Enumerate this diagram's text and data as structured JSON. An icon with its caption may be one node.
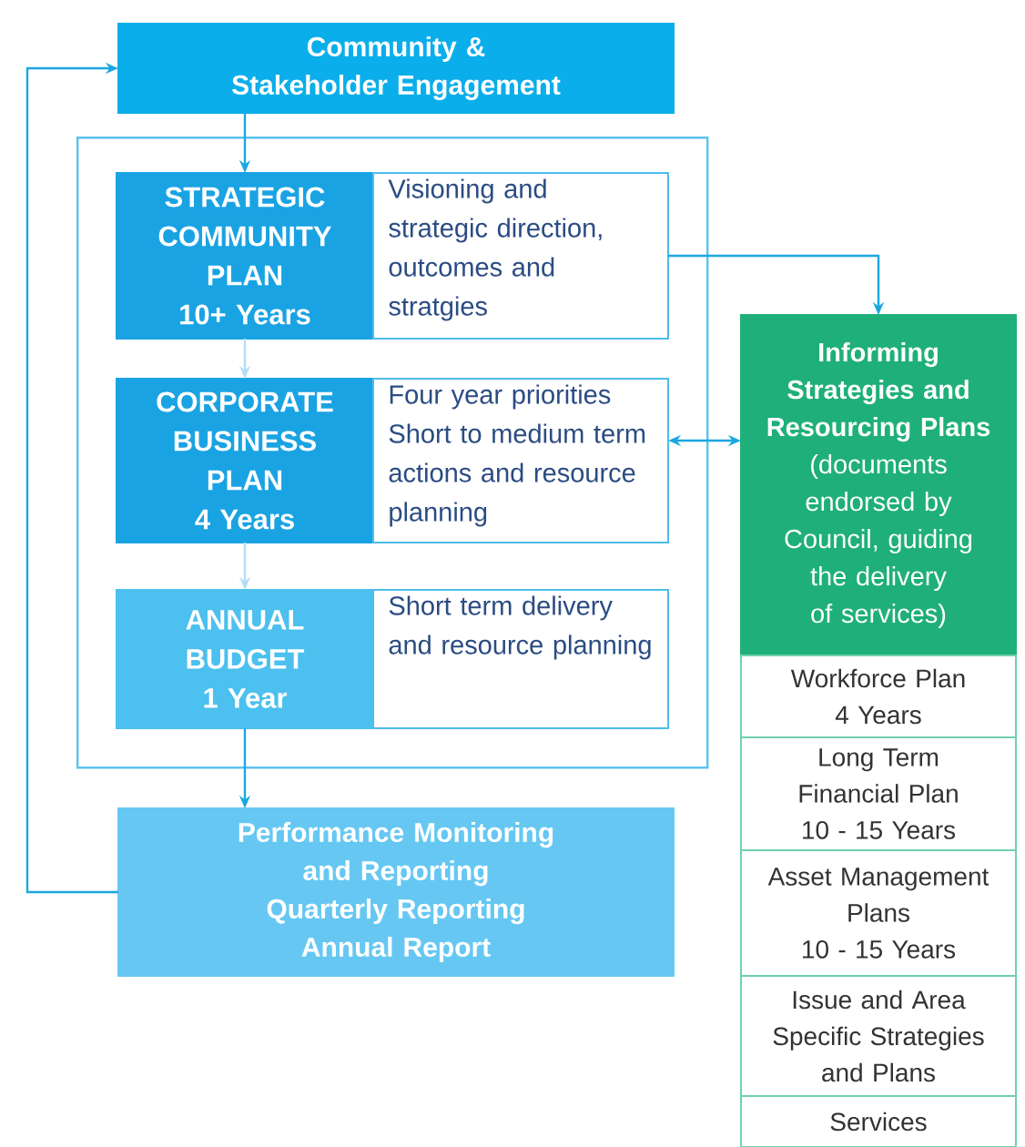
{
  "diagram": {
    "nodes": [
      {
        "text": [
          "Community & Stakeholder Engagement"
        ]
      },
      {
        "text": [],
        "shape": "box"
      },
      {
        "text": [
          "STRATEGIC COMMUNITY PLAN",
          "10+ Years"
        ],
        "in": 1
      },
      {
        "text": [
          "Visioning and strategic direction, outcomes and stratgies"
        ],
        "in": 1
      },
      {
        "text": [
          "CORPORATE BUSINESS PLAN",
          "4 Years"
        ],
        "in": 1
      },
      {
        "text": [
          "Four year priorities",
          "Short to medium term actions and resource planning"
        ],
        "in": 1
      },
      {
        "text": [
          "ANNUAL BUDGET",
          "1 Year"
        ],
        "in": 1
      },
      {
        "text": [
          "Short term delivery and resource planning"
        ],
        "in": 1
      },
      {
        "text": [
          "Performance Monitoring and Reporting",
          "Quarterly Reporting",
          "Annual Report"
        ]
      },
      {
        "text": [
          "Informing Strategies and Resourcing Plans",
          "(documents endorsed by Council, guiding the delivery of services)"
        ]
      },
      {
        "text": [
          "Workforce Plan",
          "4 Years"
        ]
      },
      {
        "text": [
          "Long Term Financial Plan",
          "10 - 15 Years"
        ]
      },
      {
        "text": [
          "Asset Management Plans",
          "10 - 15 Years"
        ]
      },
      {
        "text": [
          "Issue and Area Specific Strategies and Plans"
        ]
      },
      {
        "text": [
          "Services"
        ]
      }
    ],
    "edges": [
      {
        "from": 0,
        "to": 2,
        "arrow": "to"
      },
      {
        "from": 2,
        "to": 4,
        "arrow": "to",
        "color": "#b5def5"
      },
      {
        "from": 4,
        "to": 6,
        "arrow": "to",
        "color": "#b5def5"
      },
      {
        "from": 6,
        "to": 8,
        "arrow": "to"
      },
      {
        "from": 8,
        "to": 0,
        "arrow": "to"
      },
      {
        "from": 3,
        "to": 9,
        "arrow": "to"
      },
      {
        "from": 5,
        "to": 9,
        "arrow": "both"
      }
    ]
  }
}
